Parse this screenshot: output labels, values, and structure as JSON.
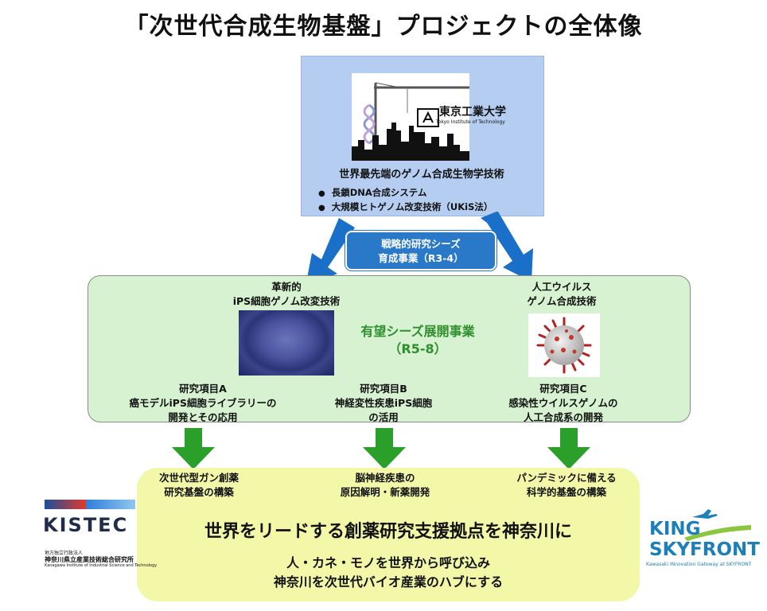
{
  "title": "「次世代合成生物基盤」プロジェクトの全体像",
  "top": {
    "logo_name": "東京工業大学",
    "logo_en": "Tokyo Institute of Technology",
    "heading": "世界最先端のゲノム合成生物学技術",
    "bullets": [
      "長鎖DNA合成システム",
      "大規模ヒトゲノム改変技術（UKiS法）"
    ]
  },
  "strategic": {
    "line1": "戦略的研究シーズ",
    "line2": "育成事業（R3-4）"
  },
  "seeds": {
    "title_line1": "有望シーズ展開事業",
    "title_line2": "（R5-8）",
    "left_heading": [
      "革新的",
      "iPS細胞ゲノム改変技術"
    ],
    "right_heading": [
      "人工ウイルス",
      "ゲノム合成技術"
    ],
    "items": [
      {
        "lines": [
          "研究項目A",
          "癌モデルiPS細胞ライブラリーの",
          "開発とその応用"
        ]
      },
      {
        "lines": [
          "研究項目B",
          "神経変性疾患iPS細胞",
          "の活用"
        ]
      },
      {
        "lines": [
          "研究項目C",
          "感染性ウイルスゲノムの",
          "人工合成系の開発"
        ]
      }
    ]
  },
  "outcomes": [
    {
      "lines": [
        "次世代型ガン創薬",
        "研究基盤の構築"
      ]
    },
    {
      "lines": [
        "脳神経疾患の",
        "原因解明・新薬開発"
      ]
    },
    {
      "lines": [
        "パンデミックに備える",
        "科学的基盤の構築"
      ]
    }
  ],
  "slogan": {
    "main": "世界をリードする創薬研究支援拠点を神奈川に",
    "sub1": "人・カネ・モノを世界から呼び込み",
    "sub2": "神奈川を次世代バイオ産業のハブにする"
  },
  "kistec": {
    "word": "KISTEC",
    "small1": "地方独立行政法人",
    "small2": "神奈川県立産業技術総合研究所",
    "small3": "Kanagawa Institute of Industrial Science and Technology"
  },
  "skyfront": {
    "line1": "KING",
    "line2": "SKYFRONT",
    "tag": "Kawasaki INnovation Gateway at SKYFRONT"
  },
  "colors": {
    "top_box": "#b4cdf0",
    "blue_arrow": "#1a6fc8",
    "green_box": "#d6f2d0",
    "green_arrow": "#2aa02a",
    "yellow_box": "#f2f8a8",
    "seeds_title": "#2f8f2f"
  }
}
